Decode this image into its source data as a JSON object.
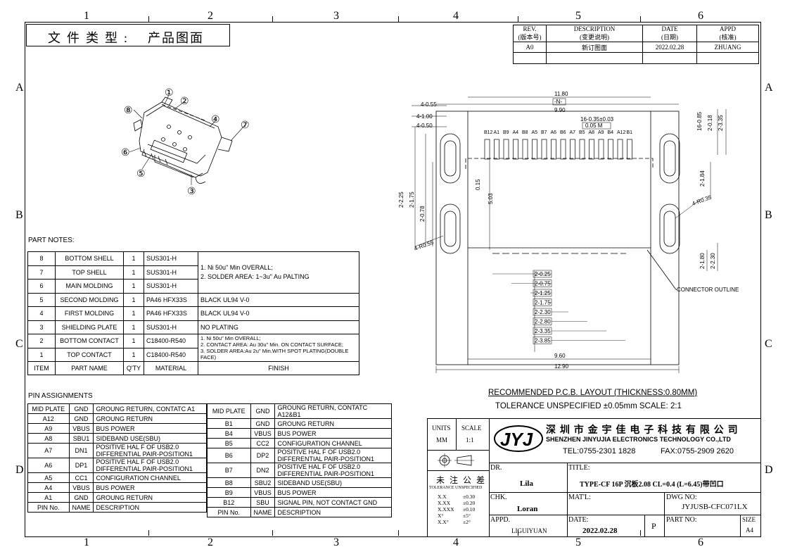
{
  "zones": {
    "cols": [
      "1",
      "2",
      "3",
      "4",
      "5",
      "6"
    ],
    "rows": [
      "A",
      "B",
      "C",
      "D"
    ]
  },
  "title_box": {
    "label": "文件类型:",
    "value": "产品图面"
  },
  "revision": {
    "headers": [
      [
        "REV.",
        "(版本号)"
      ],
      [
        "DESCRIPTION",
        "(变更说明)"
      ],
      [
        "DATE",
        "(日期)"
      ],
      [
        "APPD",
        "(核准)"
      ]
    ],
    "rows": [
      [
        "A0",
        "新订图面",
        "2022.02.28",
        "ZHUANG"
      ]
    ]
  },
  "part_notes": {
    "title": "PART NOTES:",
    "rows": [
      {
        "item": "8",
        "name": "BOTTOM SHELL",
        "qty": "1",
        "material": "SUS301-H"
      },
      {
        "item": "7",
        "name": "TOP SHELL",
        "qty": "1",
        "material": "SUS301-H"
      },
      {
        "item": "6",
        "name": "MAIN MOLDING",
        "qty": "1",
        "material": "SUS301-H"
      },
      {
        "item": "5",
        "name": "SECOND MOLDING",
        "qty": "1",
        "material": "PA46 HFX33S",
        "finish": "BLACK  UL94 V-0"
      },
      {
        "item": "4",
        "name": "FIRST MOLDING",
        "qty": "1",
        "material": "PA46 HFX33S",
        "finish": "BLACK  UL94 V-0"
      },
      {
        "item": "3",
        "name": "SHIELDING  PLATE",
        "qty": "1",
        "material": "SUS301-H",
        "finish": "NO PLATING"
      },
      {
        "item": "2",
        "name": "BOTTOM CONTACT",
        "qty": "1",
        "material": "C18400-R540"
      },
      {
        "item": "1",
        "name": "TOP CONTACT",
        "qty": "1",
        "material": "C18400-R540"
      }
    ],
    "finish_shell": [
      "1. Ni 50u\" Min OVERALL;",
      "2. SOLDER AREA: 1~3u\" Au PALTING"
    ],
    "finish_contact": [
      "1. Ni 50u\" Min OVERALL;",
      "2. CONTACT AREA: Au 30u\" Min. ON CONTACT SURFACE;",
      "3. SOLDER AREA:Au 2u\" Min.WITH SPOT PLATING(DOUBLE FACE)"
    ],
    "headers": {
      "item": "ITEM",
      "name": "PART  NAME",
      "qty": "Q'TY",
      "material": "MATERIAL",
      "finish": "FINISH"
    }
  },
  "pin_assignments": {
    "title": "PIN ASSIGNMENTS",
    "left": [
      [
        "MID PLATE",
        "GND",
        "GROUNG RETURN, CONTATC A1"
      ],
      [
        "A12",
        "GND",
        "GROUNG RETURN"
      ],
      [
        "A9",
        "VBUS",
        "BUS POWER"
      ],
      [
        "A8",
        "SBU1",
        "SIDEBAND USE(SBU)"
      ],
      [
        "A7",
        "DN1",
        "POSITIVE HAL F OF USB2.0|DIFFERENTIAL PAIR-POSITION1"
      ],
      [
        "A6",
        "DP1",
        "POSITIVE HAL F OF USB2.0|DIFFERENTIAL PAIR-POSITION1"
      ],
      [
        "A5",
        "CC1",
        "CONFIGURATION CHANNEL"
      ],
      [
        "A4",
        "VBUS",
        "BUS POWER"
      ],
      [
        "A1",
        "GND",
        "GROUNG RETURN"
      ],
      [
        "PIN No.",
        "NAME",
        "DESCRIPTION"
      ]
    ],
    "right": [
      [
        "MID PLATE",
        "GND",
        "GROUNG RETURN, CONTATC A12&B1"
      ],
      [
        "B1",
        "GND",
        "GROUNG RETURN"
      ],
      [
        "B4",
        "VBUS",
        "BUS POWER"
      ],
      [
        "B5",
        "CC2",
        "CONFIGURATION CHANNEL"
      ],
      [
        "B6",
        "DP2",
        "POSITIVE HAL F OF USB2.0|DIFFERENTIAL PAIR-POSITION1"
      ],
      [
        "B7",
        "DN2",
        "POSITIVE HAL F OF USB2.0|DIFFERENTIAL PAIR-POSITION1"
      ],
      [
        "B8",
        "SBU2",
        "SIDEBAND USE(SBU)"
      ],
      [
        "B9",
        "VBUS",
        "BUS POWER"
      ],
      [
        "B12",
        "SBU",
        "SIGNAL PIN, NOT CONTACT GND"
      ],
      [
        "PIN No.",
        "NAME",
        "DESCRIPTION"
      ]
    ]
  },
  "callouts": [
    "①",
    "②",
    "③",
    "④",
    "⑤",
    "⑥",
    "⑦",
    "⑧"
  ],
  "pcb": {
    "pin_labels": [
      "B12",
      "A1",
      "B9",
      "A4",
      "B8",
      "A5",
      "B7",
      "A6",
      "B6",
      "A7",
      "B5",
      "A8",
      "A9",
      "B4",
      "A12",
      "B1"
    ],
    "dims_top": [
      "11.80",
      "9.90",
      "-N-",
      "16-0.35±0.03",
      "0.05 M",
      "4-0.55",
      "4-1.00",
      "4-0.50"
    ],
    "dims_right": [
      "16-0.85",
      "2-0.18",
      "2-3.35",
      "2-1.84",
      "4-R0.35",
      "2-1.80",
      "2-2.30"
    ],
    "dims_left": [
      "2-2.25",
      "2-1.75",
      "2-0.78",
      "4-R0.55",
      "0.15",
      "5.03"
    ],
    "dims_stack": [
      "2-0.25",
      "2-0.75",
      "2-1.25",
      "2-1.75",
      "2-2.30",
      "2-2.80",
      "2-3.35",
      "2-3.85"
    ],
    "dims_bottom": [
      "9.60",
      "12.90"
    ],
    "connector_outline": "CONNECTOR OUTLINE",
    "layout_title": "RECOMMENDED   P.C.B. LAYOUT (THICKNESS:0.80MM)",
    "tolerance": "TOLERANCE  UNSPECIFIED  ±0.05mm  SCALE:  2:1"
  },
  "titleblock": {
    "units_label": "UNITS",
    "units_value": "MM",
    "scale_label": "SCALE",
    "scale_value": "1:1",
    "company_cn": "深 圳 市 金 宇 佳 电 子 科 技 有 限 公 司",
    "company_en": "SHENZHEN JINYUJIA ELECTRONICS TECHNOLOGY CO.,LTD",
    "tel": "TEL:0755-2301 1828",
    "fax": "FAX:0755-2909 2620",
    "logo": "JYJ",
    "tol_cn": "未 注 公 差",
    "tol_en": "TOLERANCE UNSPECIFIED",
    "tol_rows": [
      [
        "X.X",
        "±0.30"
      ],
      [
        "X.XX",
        "±0.20"
      ],
      [
        "X.XXX",
        "±0.10"
      ],
      [
        "X°",
        "±5°"
      ],
      [
        "X.X°",
        "±2°"
      ]
    ],
    "dr_label": "DR.",
    "dr_value": "Lila",
    "chk_label": "CHK.",
    "chk_value": "Loran",
    "appd_label": "APPD.",
    "appd_value": "LIGUIYUAN",
    "title_label": "TITLE:",
    "title_value": "TYPE-CF 16P 沉板2.08 CL=0.4 (L=6.45)带凹口",
    "matl_label": "MAT'L:",
    "dwg_label": "DWG NO:",
    "dwg_value": "JYJUSB-CFC071LX",
    "date_label": "DATE:",
    "date_value": "2022.02.28",
    "p_mark": "P",
    "part_label": "PART  NO:",
    "size_label": "SIZE",
    "size_value": "A4"
  }
}
